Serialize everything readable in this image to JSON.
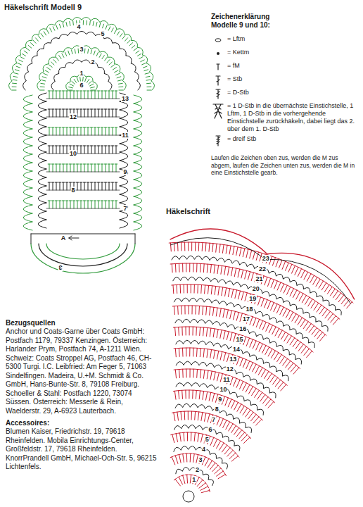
{
  "diagram": {
    "labels": [
      "Häkelschrift Modell 9",
      "4",
      "5",
      "3",
      "2",
      "1",
      "6",
      "13",
      "12",
      "11",
      "10",
      "9",
      "8",
      "7",
      "A",
      "3",
      "Zeichenerklärung Modelle 9 und 10:",
      "Laufen die Zeichen oben zus, werden die M zus abgem, laufen die Zeichen unten zus, werden die M in eine Einstichstelle gearb.",
      "Häkelschrift",
      "23",
      "22",
      "21",
      "20",
      "19",
      "18",
      "17",
      "16",
      "15",
      "14",
      "13",
      "12",
      "11",
      "10",
      "9",
      "8",
      "7",
      "6",
      "5",
      "4",
      "3",
      "2",
      "1",
      "Bezugsquellen",
      "Anchor und Coats-Garne über Coats GmbH: Postfach 1179, 79337 Kenzingen. Österreich: Harlander Prym, Postfach 74, A-1211 Wien. Schweiz: Coats Stroppel AG, Postfach 46, CH-5300 Turgi. I.C. Leibfried: Am Feger 5, 71063 Sindelfingen. Madeira, U.+M. Schmidt & Co. GmbH, Hans-Bunte-Str. 8, 79108 Freiburg. Schoeller & Stahl: Postfach 1220, 73074 Süssen. Österreich: Messerle & Rein, Waelderstr. 29, A-6923 Lauterbach.",
      "Accessoires:",
      "Blumen Kaiser, Friedrichstr. 19, 79618 Rheinfelden. Mobila Einrichtungs-Center, Großfeldstr. 17, 79618 Rheinfelden. KnorrPrandell GmbH, Michael-Och-Str. 5, 96215 Lichtenfels."
    ],
    "legend": [
      {
        "text": "= Lftm"
      },
      {
        "text": "= Kettm"
      },
      {
        "text": "= fM"
      },
      {
        "text": "= Stb"
      },
      {
        "text": "= D-Stb"
      },
      {
        "text": "= 1 D-Stb in die übernächste Einstichstelle, 1 Lftm, 1 D-Stb in die vorhergehende Einstichstelle zurückhäkeln, dabei liegt das 2. über dem 1. D-Stb"
      },
      {
        "text": "= dreif Stb"
      }
    ]
  }
}
